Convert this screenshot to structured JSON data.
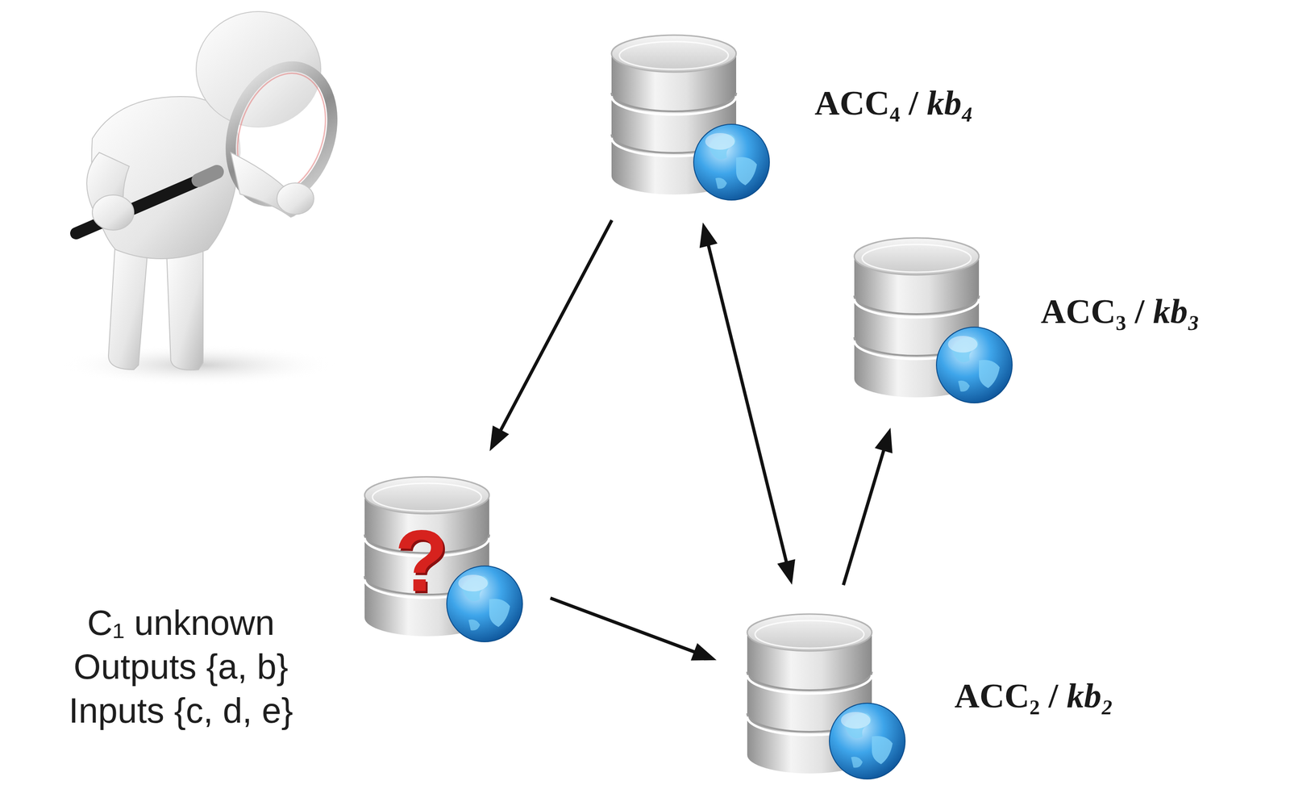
{
  "diagram": {
    "nodes": [
      {
        "text": [
          "ACC₄ / kb₄"
        ]
      },
      {
        "text": [
          "ACC₃ / kb₃"
        ]
      },
      {
        "text": [
          "?",
          "C₁ unknown",
          "Outputs {a, b}",
          "Inputs {c, d, e}"
        ]
      },
      {
        "text": [
          "ACC₂ / kb₂"
        ]
      }
    ],
    "edges": [
      {
        "from": 0,
        "to": 2,
        "arrow": "to"
      },
      {
        "from": 0,
        "to": 3,
        "arrow": "both"
      },
      {
        "from": 2,
        "to": 3,
        "arrow": "to"
      },
      {
        "from": 3,
        "to": 1,
        "arrow": "to"
      }
    ]
  }
}
